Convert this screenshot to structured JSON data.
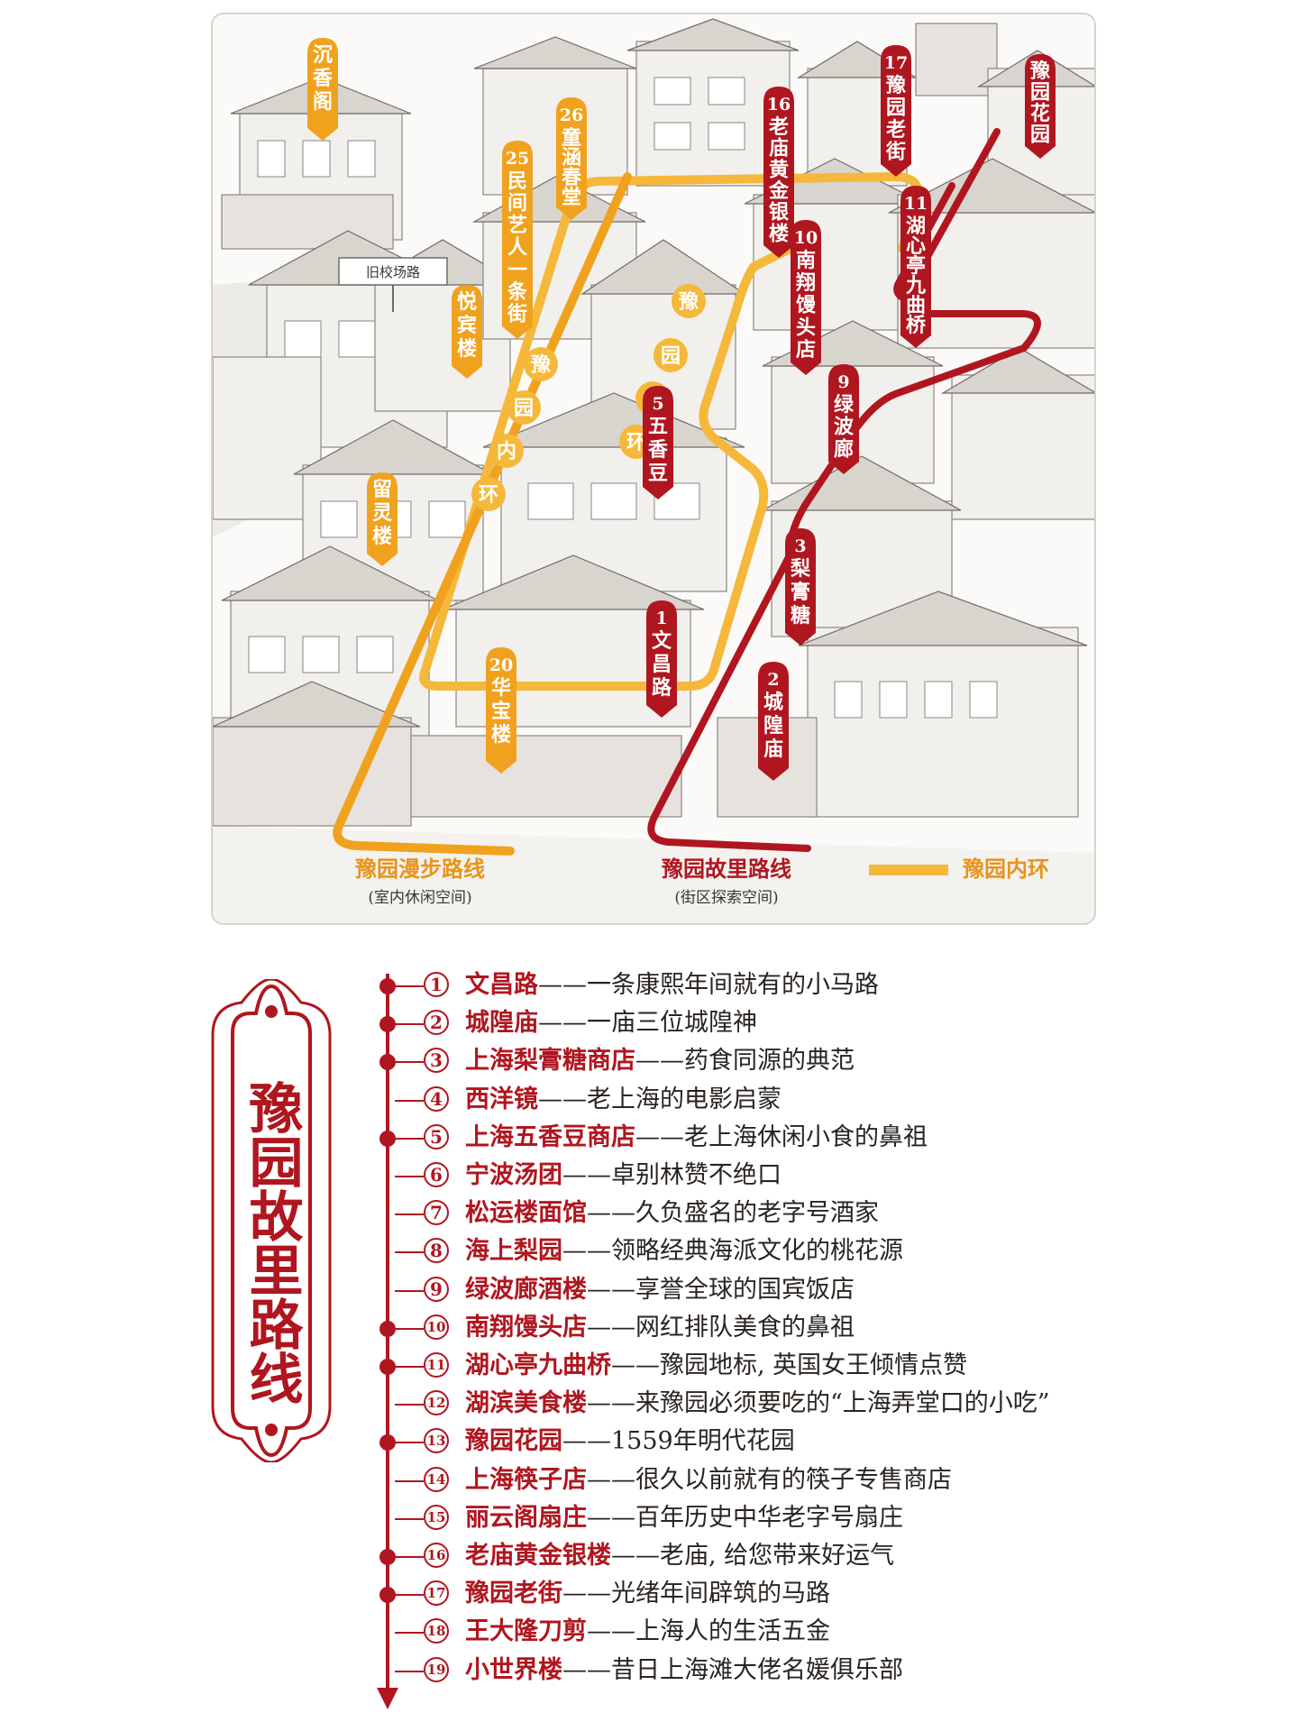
{
  "map": {
    "pins_red": [
      {
        "num": "17",
        "label": "豫园老街"
      },
      {
        "num": "",
        "label": "豫园花园"
      },
      {
        "num": "16",
        "label": "老庙黄金银楼"
      },
      {
        "num": "11",
        "label": "湖心亭九曲桥"
      },
      {
        "num": "10",
        "label": "南翔馒头店"
      },
      {
        "num": "9",
        "label": "绿波廊"
      },
      {
        "num": "5",
        "label": "五香豆"
      },
      {
        "num": "3",
        "label": "梨膏糖"
      },
      {
        "num": "1",
        "label": "文昌路"
      },
      {
        "num": "2",
        "label": "城隍庙"
      }
    ],
    "pins_orange": [
      {
        "num": "",
        "label": "沉香阁"
      },
      {
        "num": "26",
        "label": "童涵春堂"
      },
      {
        "num": "25",
        "label": "民间艺人一条街"
      },
      {
        "num": "",
        "label": "悦宾楼"
      },
      {
        "num": "",
        "label": "留灵楼"
      },
      {
        "num": "20",
        "label": "华宝楼"
      }
    ],
    "inner_ring_left": [
      "豫",
      "园",
      "内",
      "环"
    ],
    "inner_ring_right": [
      "豫",
      "园",
      "内",
      "环"
    ],
    "road_sign": "旧校场路",
    "legend": {
      "walk_route": "豫园漫步路线",
      "walk_route_sub": "(室内休闲空间)",
      "heritage_route": "豫园故里路线",
      "heritage_route_sub": "(街区探索空间)",
      "inner_ring": "豫园内环"
    },
    "colors": {
      "red": "#b0161f",
      "orange": "#f0a21f",
      "ring": "#f5b83a"
    }
  },
  "list_title": "豫园故里路线",
  "stops": [
    {
      "num": "1",
      "name": "文昌路",
      "desc": "——一条康熙年间就有的小马路",
      "dot": true
    },
    {
      "num": "2",
      "name": "城隍庙",
      "desc": "——一庙三位城隍神",
      "dot": true
    },
    {
      "num": "3",
      "name": "上海梨膏糖商店",
      "desc": "——药食同源的典范",
      "dot": true
    },
    {
      "num": "4",
      "name": "西洋镜",
      "desc": "——老上海的电影启蒙",
      "dot": false
    },
    {
      "num": "5",
      "name": "上海五香豆商店",
      "desc": "——老上海休闲小食的鼻祖",
      "dot": true
    },
    {
      "num": "6",
      "name": "宁波汤团",
      "desc": "——卓别林赞不绝口",
      "dot": false
    },
    {
      "num": "7",
      "name": "松运楼面馆",
      "desc": "——久负盛名的老字号酒家",
      "dot": false
    },
    {
      "num": "8",
      "name": "海上梨园",
      "desc": "——领略经典海派文化的桃花源",
      "dot": false
    },
    {
      "num": "9",
      "name": "绿波廊酒楼",
      "desc": "——享誉全球的国宾饭店",
      "dot": false
    },
    {
      "num": "10",
      "name": "南翔馒头店",
      "desc": "——网红排队美食的鼻祖",
      "dot": true
    },
    {
      "num": "11",
      "name": "湖心亭九曲桥",
      "desc": "——豫园地标, 英国女王倾情点赞",
      "dot": true
    },
    {
      "num": "12",
      "name": "湖滨美食楼",
      "desc": "——来豫园必须要吃的“上海弄堂口的小吃”",
      "dot": false
    },
    {
      "num": "13",
      "name": "豫园花园",
      "desc": "——1559年明代花园",
      "dot": true
    },
    {
      "num": "14",
      "name": "上海筷子店",
      "desc": "——很久以前就有的筷子专售商店",
      "dot": false
    },
    {
      "num": "15",
      "name": "丽云阁扇庄",
      "desc": "——百年历史中华老字号扇庄",
      "dot": false
    },
    {
      "num": "16",
      "name": "老庙黄金银楼",
      "desc": "——老庙, 给您带来好运气",
      "dot": true
    },
    {
      "num": "17",
      "name": "豫园老街",
      "desc": "——光绪年间辟筑的马路",
      "dot": true
    },
    {
      "num": "18",
      "name": "王大隆刀剪",
      "desc": "——上海人的生活五金",
      "dot": false
    },
    {
      "num": "19",
      "name": "小世界楼",
      "desc": "——昔日上海滩大佬名媛俱乐部",
      "dot": false
    }
  ]
}
